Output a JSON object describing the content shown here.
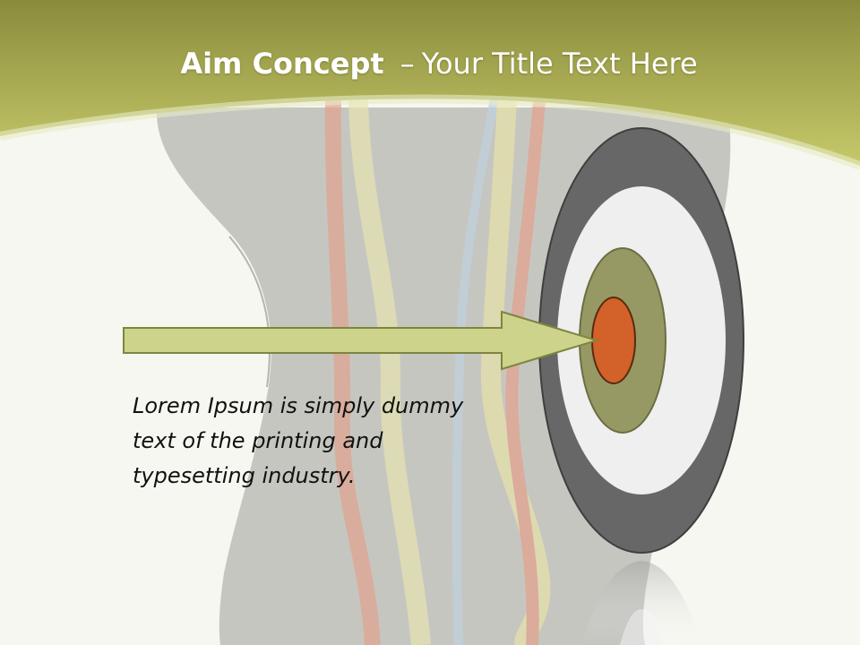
{
  "slide": {
    "title_strong": "Aim Concept",
    "title_dash": "–",
    "title_rest": "Your Title Text Here",
    "body_text": "Lorem Ipsum is simply dummy text of the printing and typesetting industry."
  },
  "colors": {
    "header_olive": "#a9ad4a",
    "arrow_fill": "#cdd38a",
    "arrow_stroke": "#7d8540",
    "target_outer": "#676767",
    "target_white": "#efefef",
    "target_olive": "#979965",
    "bullseye": "#d2622a"
  },
  "icons": [
    "target-icon",
    "arrow-icon",
    "measuring-tape-image",
    "torso-silhouette-image"
  ]
}
